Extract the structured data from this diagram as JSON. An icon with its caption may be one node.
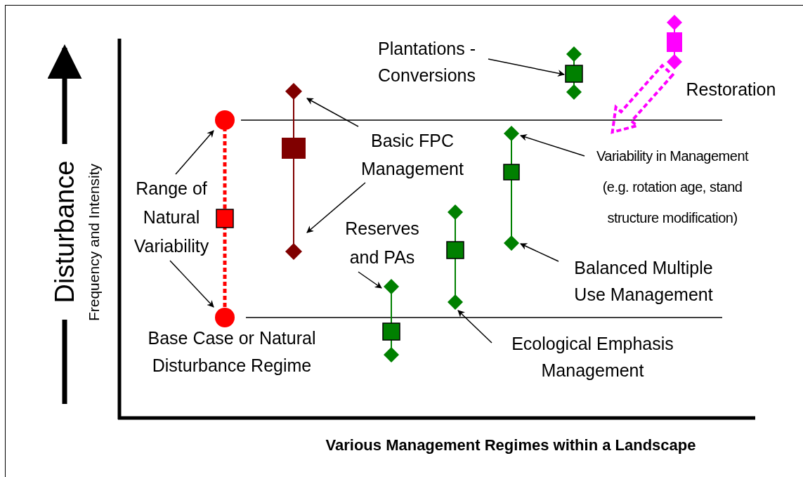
{
  "diagram": {
    "nodes": [
      {
        "text": [
          "Plantations - Conversions"
        ]
      },
      {
        "text": [],
        "shape": "bar"
      },
      {
        "text": [],
        "shape": "bar",
        "beside": [
          "Restoration"
        ]
      },
      {
        "text": [],
        "shape": "bar",
        "beside": [
          "Base Case or Natural Disturbance Regime"
        ]
      },
      {
        "text": [
          "Range of Natural Variability"
        ]
      },
      {
        "text": [],
        "shape": "bar"
      },
      {
        "text": [
          "Basic FPC Management"
        ]
      },
      {
        "text": [],
        "shape": "bar"
      },
      {
        "text": [
          "Variability in Management (e.g. rotation age, stand structure modification)"
        ]
      },
      {
        "text": [
          "Reserves and PAs"
        ]
      },
      {
        "text": [],
        "shape": "bar"
      },
      {
        "text": [],
        "shape": "bar"
      },
      {
        "text": [
          "Balanced Multiple Use Management"
        ]
      },
      {
        "text": [
          "Ecological Emphasis Management"
        ]
      }
    ],
    "edges": [
      {
        "from": 0,
        "to": 1,
        "arrow": "to"
      },
      {
        "from": 4,
        "to": 3,
        "arrow": "to"
      },
      {
        "from": 4,
        "to": 3,
        "arrow": "to"
      },
      {
        "from": 6,
        "to": 5,
        "arrow": "to"
      },
      {
        "from": 6,
        "to": 5,
        "arrow": "to"
      },
      {
        "from": 8,
        "to": 7,
        "arrow": "to"
      },
      {
        "from": 12,
        "to": 7,
        "arrow": "to"
      },
      {
        "from": 9,
        "to": 10,
        "arrow": "to"
      },
      {
        "from": 13,
        "to": 11,
        "arrow": "to"
      }
    ],
    "labels": [
      "Disturbance",
      "Frequency and Intensity",
      "Various Management Regimes within a Landscape"
    ]
  }
}
